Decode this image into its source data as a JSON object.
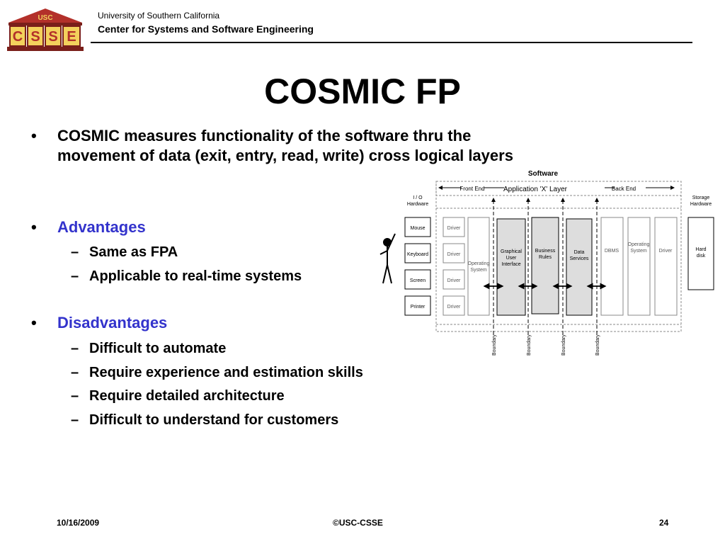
{
  "header": {
    "org_line1": "University of Southern California",
    "org_line2": "Center for Systems and Software Engineering",
    "logo_text": "USC",
    "logo_letters": [
      "C",
      "S",
      "S",
      "E"
    ]
  },
  "slide": {
    "title": "COSMIC FP",
    "bullets": [
      {
        "line1": "COSMIC measures functionality of the software thru the",
        "line2": "movement of data (exit, entry, read, write) cross logical layers"
      },
      {
        "heading": "Advantages",
        "items": [
          "Same as FPA",
          "Applicable to real-time systems"
        ]
      },
      {
        "heading": "Disadvantages",
        "items": [
          "Difficult to automate",
          "Require experience and estimation skills",
          "Require detailed architecture",
          "Difficult to understand for customers"
        ]
      }
    ],
    "bullet_marker": "•",
    "dash_marker": "–"
  },
  "diagram": {
    "title": "Software",
    "io_hardware": "I / O\nHardware",
    "storage_hardware": "Storage\nHardware",
    "front_end": "Front End",
    "app_layer": "Application 'X' Layer",
    "back_end": "Back End",
    "io_devices": [
      "Mouse",
      "Keyboard",
      "Screen",
      "Printer"
    ],
    "driver_label": "Driver",
    "left_os": "Operating\nSystem",
    "gui": "Graphical\nUser\nInterface",
    "business_rules": "Business\nRules",
    "data_services": "Data\nServices",
    "dbms": "DBMS",
    "right_os": "Operating\nSystem",
    "right_driver": "Driver",
    "hard_disk": "Hard\ndisk",
    "boundary": "Boundary"
  },
  "footer": {
    "date": "10/16/2009",
    "copyright": "©USC-CSSE",
    "page": "24"
  }
}
